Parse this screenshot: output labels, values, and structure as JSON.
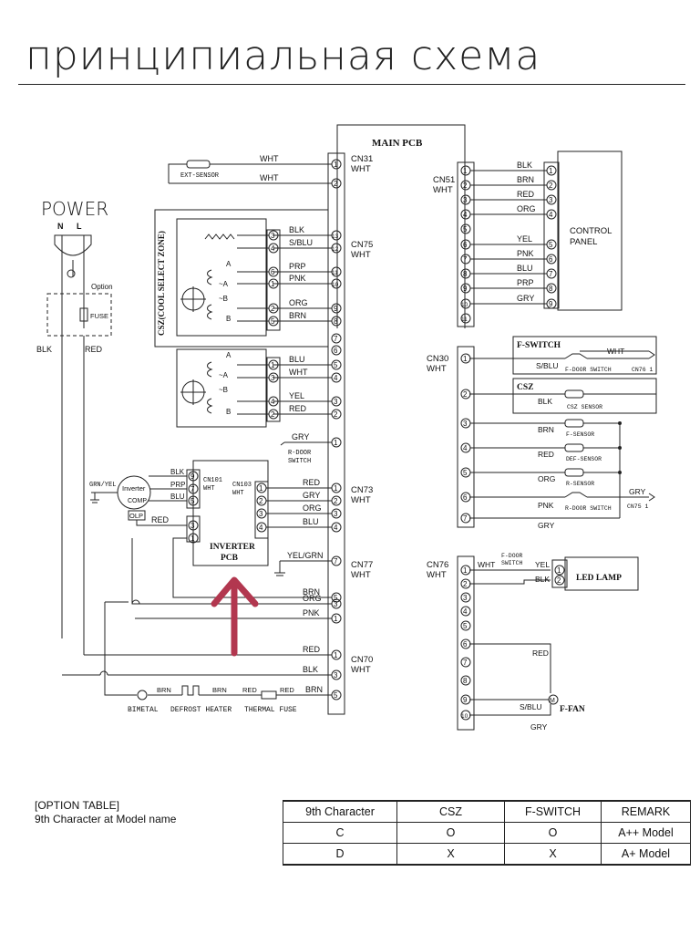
{
  "title": "принципиальная схема",
  "power": {
    "label": "POWER",
    "n": "N",
    "l": "L",
    "option": "Option",
    "fuse": "FUSE",
    "blk": "BLK",
    "red": "RED"
  },
  "main_pcb": "MAIN PCB",
  "cn31": {
    "name": "CN31",
    "wht": "WHT",
    "pins": [
      "1",
      "2"
    ],
    "wire1": "WHT",
    "wire2": "WHT",
    "sensor": "EXT-SENSOR"
  },
  "cn75": {
    "name": "CN75",
    "wht": "WHT",
    "pins": [
      "13",
      "12",
      "11",
      "10",
      "9",
      "8",
      "7",
      "6",
      "5",
      "4",
      "3",
      "2",
      "1"
    ]
  },
  "csz_block": {
    "label": "CSZ(COOL SELECT ZONE)",
    "wires": [
      "BLK",
      "S/BLU",
      "PRP",
      "PNK",
      "ORG",
      "BRN",
      "BLU",
      "WHT",
      "YEL",
      "RED"
    ],
    "coil_labels": [
      "A",
      "~A",
      "~B",
      "B",
      "A",
      "~A",
      "~B",
      "B"
    ],
    "pins_top": [
      "3",
      "4",
      "6",
      "1",
      "2",
      "5"
    ],
    "pins_bottom": [
      "1",
      "3",
      "4",
      "2"
    ]
  },
  "rdoor": {
    "wire": "GRY",
    "label1": "R-DOOR",
    "label2": "SWITCH"
  },
  "cn51": {
    "name": "CN51",
    "wht": "WHT",
    "pins": [
      "1",
      "2",
      "3",
      "4",
      "5",
      "6",
      "7",
      "8",
      "9",
      "10",
      "11"
    ],
    "wires": [
      "BLK",
      "BRN",
      "RED",
      "ORG",
      "YEL",
      "PNK",
      "BLU",
      "PRP",
      "GRY"
    ],
    "panel_pins": [
      "1",
      "2",
      "3",
      "4",
      "5",
      "6",
      "7",
      "8",
      "9"
    ],
    "panel1": "CONTROL",
    "panel2": "PANEL"
  },
  "cn30": {
    "name": "CN30",
    "wht": "WHT",
    "pins": [
      "1",
      "2",
      "3",
      "4",
      "5",
      "6",
      "7"
    ],
    "fswitch": "F-SWITCH",
    "fswitch_wire": "S/BLU",
    "fswitch_wht": "WHT",
    "fswitch_label": "F-DOOR SWITCH",
    "cn76_ref": "CN76 1",
    "csz": "CSZ",
    "csz_wire": "BLK",
    "csz_sensor": "CSZ SENSOR",
    "sensors": [
      {
        "wire": "BRN",
        "label": "F-SENSOR"
      },
      {
        "wire": "RED",
        "label": "DEF-SENSOR"
      },
      {
        "wire": "ORG",
        "label": "R-SENSOR"
      }
    ],
    "pnk": "PNK",
    "rdoor_switch": "R-DOOR SWITCH",
    "gry": "GRY",
    "cn75_ref": "CN75 1",
    "gry7": "GRY"
  },
  "inverter": {
    "label1": "INVERTER",
    "label2": "PCB",
    "cn101": "CN101",
    "cn101_wht": "WHT",
    "cn103": "CN103",
    "cn103_wht": "WHT",
    "comp1": "Inverter",
    "comp2": "COMP",
    "grn": "GRN/YEL",
    "olp": "OLP",
    "wires": [
      "BLK",
      "PRP",
      "BLU",
      "RED"
    ],
    "pins": [
      "9",
      "7",
      "5",
      "3",
      "1"
    ],
    "cn103_pins": [
      "1",
      "2",
      "3",
      "4"
    ]
  },
  "cn73": {
    "name": "CN73",
    "wht": "WHT",
    "pins": [
      "1",
      "2",
      "3",
      "4"
    ],
    "wires": [
      "RED",
      "GRY",
      "ORG",
      "BLU"
    ]
  },
  "cn77": {
    "name": "CN77",
    "wht": "WHT",
    "pins": [
      "7",
      "5",
      "3",
      "1"
    ],
    "wires": [
      "YEL/GRN",
      "BRN",
      "ORG",
      "PNK"
    ]
  },
  "cn70": {
    "name": "CN70",
    "wht": "WHT",
    "pins": [
      "1",
      "3",
      "5"
    ],
    "wires": [
      "RED",
      "BLK",
      "BRN"
    ]
  },
  "heater": {
    "brn1": "BRN",
    "brn2": "BRN",
    "red1": "RED",
    "red2": "RED",
    "bimetal": "BIMETAL",
    "defrost": "DEFROST HEATER",
    "thermal": "THERMAL FUSE"
  },
  "cn76": {
    "name": "CN76",
    "wht": "WHT",
    "pins": [
      "1",
      "2",
      "3",
      "4",
      "5",
      "6",
      "7",
      "8",
      "9",
      "10"
    ],
    "wht_wire": "WHT",
    "fdoor1": "F-DOOR",
    "fdoor2": "SWITCH",
    "yel": "YEL",
    "blk": "BLK",
    "lamp": "LED LAMP",
    "lamp_pins": [
      "1",
      "2"
    ],
    "red": "RED",
    "sblu": "S/BLU",
    "ffan": "F-FAN",
    "motor": "M",
    "gry": "GRY"
  },
  "option_table": {
    "heading": "[OPTION TABLE]",
    "subheading": "9th Character at Model name",
    "columns": [
      "9th Character",
      "CSZ",
      "F-SWITCH",
      "REMARK"
    ],
    "rows": [
      [
        "C",
        "O",
        "O",
        "A++ Model"
      ],
      [
        "D",
        "X",
        "X",
        "A+ Model"
      ]
    ]
  },
  "colors": {
    "arrow": "#b2374f",
    "line": "#222222"
  }
}
